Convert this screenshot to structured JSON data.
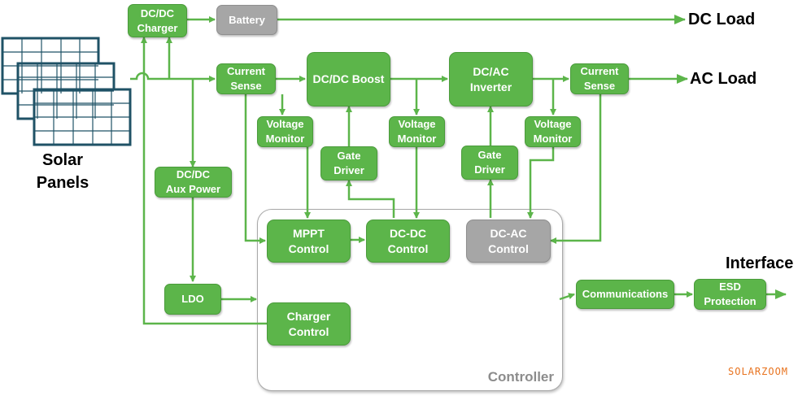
{
  "colors": {
    "block_green": "#5cb54a",
    "block_grey": "#a6a6a6",
    "line_green": "#5cb54a",
    "panel_outline": "#1f5266",
    "watermark": "#e8731f"
  },
  "labels": {
    "solar_panels": "Solar\nPanels",
    "dc_load": "DC Load",
    "ac_load": "AC Load",
    "interface": "Interface",
    "controller": "Controller",
    "watermark": "SOLARZOOM"
  },
  "blocks": {
    "dcdc_charger": "DC/DC\nCharger",
    "battery": "Battery",
    "current_sense_in": "Current\nSense",
    "dcdc_boost": "DC/DC Boost",
    "dcac_inverter": "DC/AC\nInverter",
    "current_sense_out": "Current\nSense",
    "voltage_monitor_1": "Voltage\nMonitor",
    "voltage_monitor_2": "Voltage\nMonitor",
    "voltage_monitor_3": "Voltage\nMonitor",
    "gate_driver_1": "Gate\nDriver",
    "gate_driver_2": "Gate\nDriver",
    "dcdc_aux_power": "DC/DC\nAux Power",
    "ldo": "LDO",
    "mppt_control": "MPPT\nControl",
    "dcdc_control": "DC-DC\nControl",
    "dcac_control": "DC-AC\nControl",
    "charger_control": "Charger\nControl",
    "communications": "Communications",
    "esd_protection": "ESD\nProtection"
  }
}
